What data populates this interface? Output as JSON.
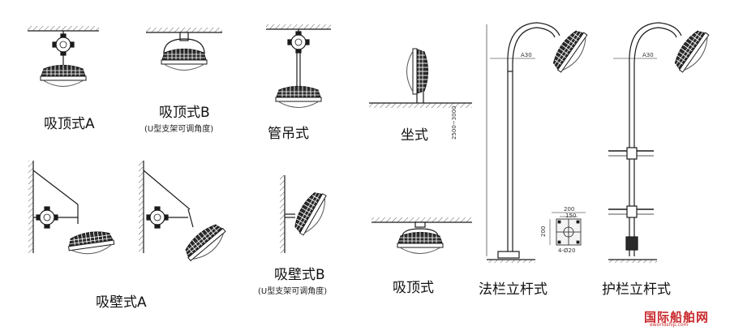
{
  "labels": {
    "ceiling_a": "吸顶式A",
    "ceiling_b": "吸顶式B",
    "ceiling_b_note": "(U型支架可调角度)",
    "pendant": "管吊式",
    "seat": "坐式",
    "wall_a": "吸壁式A",
    "wall_b": "吸壁式B",
    "wall_b_note": "(U型支架可调角度)",
    "ceiling_plain": "吸顶式",
    "flange_pole": "法栏立杆式",
    "rail_pole": "护栏立杆式"
  },
  "dimensions": {
    "arm_a_1": "A30",
    "arm_a_2": "A30",
    "pole_height": "2500~3000",
    "base_w": "200",
    "base_inner": "150",
    "base_h": "200",
    "base_bottom": "4-Ø20"
  },
  "watermark": {
    "cn": "国际船舶网",
    "en": "eworldship.com"
  },
  "colors": {
    "line": "#1a1a1a",
    "watermark": "#c8282c"
  }
}
